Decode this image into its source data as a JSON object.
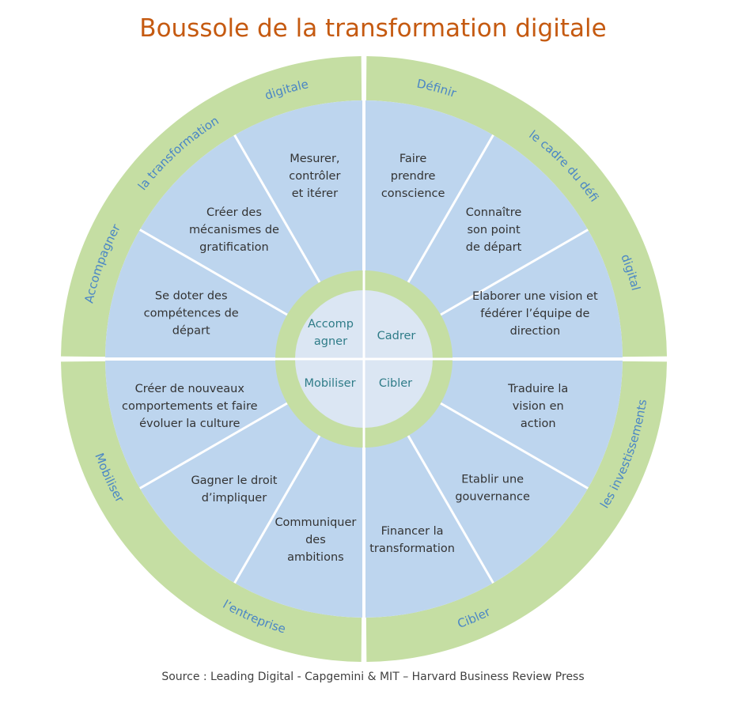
{
  "title": "Boussole de la transformation digitale",
  "source": "Source : Leading Digital - Capgemini & MIT – Harvard Business Review Press",
  "colors": {
    "title": "#c55a11",
    "outer_ring": "#c5dea3",
    "sector_fill": "#bdd5ee",
    "inner_ring": "#c5dea3",
    "center_fill": "#dbe6f3",
    "divider": "#ffffff",
    "ring_text": "#4a86c5",
    "center_text": "#2f7c88"
  },
  "center": {
    "quadrants": [
      "Accomp agner",
      "Cadrer",
      "Mobiliser",
      "Cibler"
    ]
  },
  "sectors": [
    {
      "label": "Faire prendre conscience"
    },
    {
      "label": "Connaître son point de départ"
    },
    {
      "label": "Elaborer une vision et fédérer l’équipe de direction"
    },
    {
      "label": "Traduire la vision en action"
    },
    {
      "label": "Etablir une gouvernance"
    },
    {
      "label": "Financer la transformation"
    },
    {
      "label": "Communiquer des ambitions"
    },
    {
      "label": "Gagner le droit d’impliquer"
    },
    {
      "label": "Créer de nouveaux comportements et faire évoluer la culture"
    },
    {
      "label": "Se doter des compétences de départ"
    },
    {
      "label": "Créer des mécanismes de gratification"
    },
    {
      "label": "Mesurer, contrôler et itérer"
    }
  ],
  "ring_labels": [
    {
      "text": "Définir"
    },
    {
      "text": "le cadre du défi"
    },
    {
      "text": "digital"
    },
    {
      "text": "les investissements"
    },
    {
      "text": "Cibler"
    },
    {
      "text": "l’entreprise"
    },
    {
      "text": "Mobiliser"
    },
    {
      "text": "Accompagner"
    },
    {
      "text": "la transformation"
    },
    {
      "text": "digitale"
    }
  ]
}
